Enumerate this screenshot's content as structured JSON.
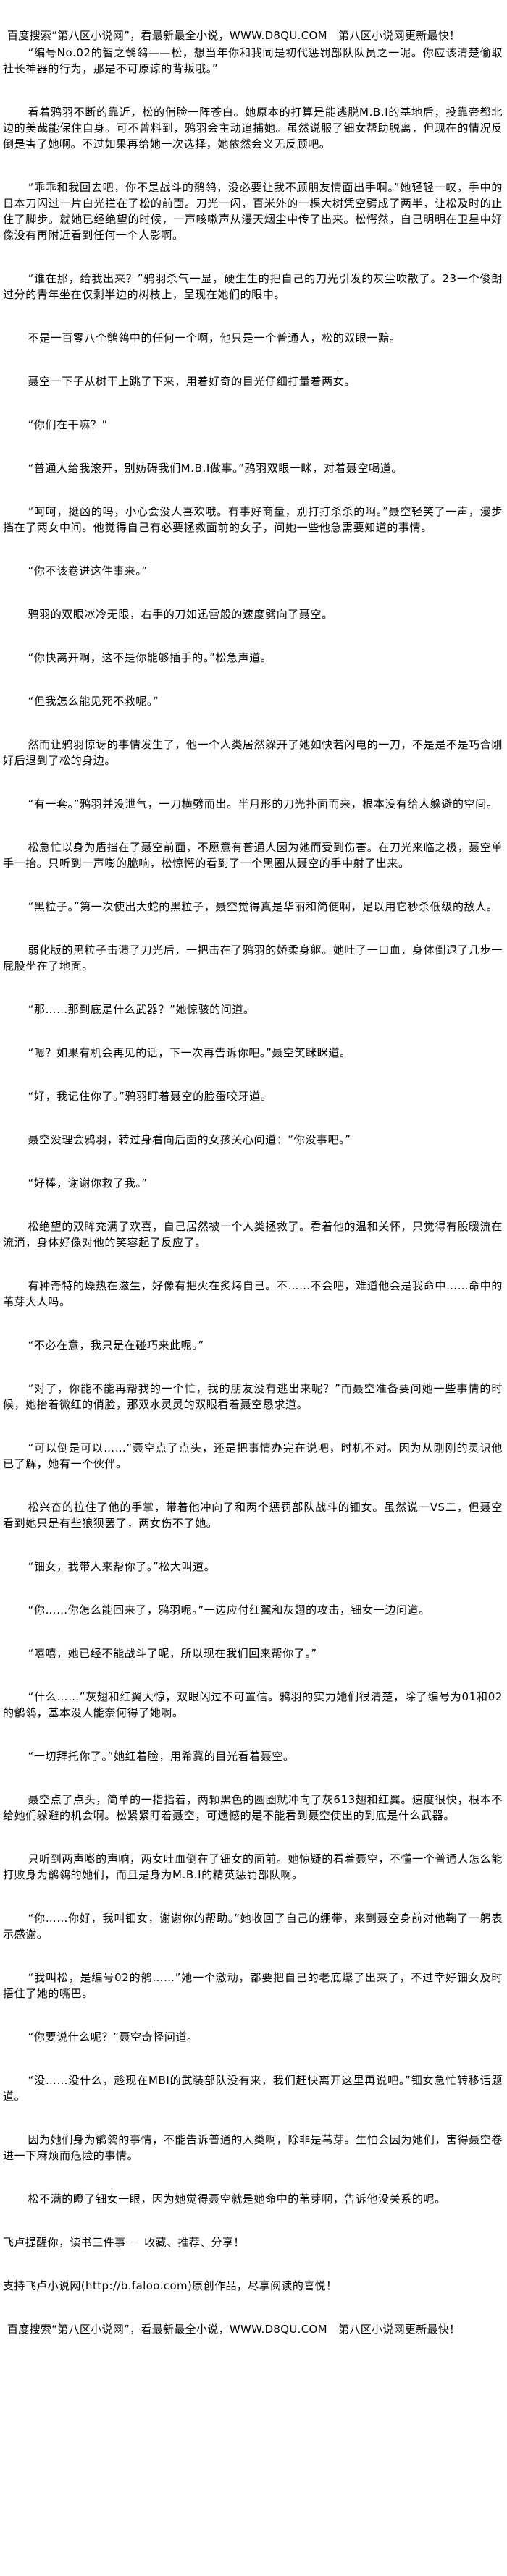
{
  "ad_banner": "百度搜索“第八区小说网”，看最新最全小说，WWW.D8QU.COM　第八区小说网更新最快！",
  "article": {
    "paragraphs": [
      "“编号No.02的智之鹡鸰——松，想当年你和我同是初代惩罚部队队员之一呢。你应该清楚偷取社长神器的行为，那是不可原谅的背叛哦。”",
      "看着鸦羽不断的靠近，松的俏脸一阵苍白。她原本的打算是能逃脱M.B.I的基地后，投靠帝都北边的美哉能保住自身。可不曾料到，鸦羽会主动追捕她。虽然说服了钿女帮助脱离，但现在的情况反倒是害了她啊。不过如果再给她一次选择，她依然会义无反顾吧。",
      "“乖乖和我回去吧，你不是战斗的鹡鸰，没必要让我不顾朋友情面出手啊。”她轻轻一叹，手中的日本刀闪过一片白光拦在了松的前面。刀光一闪，百米外的一棵大树凭空劈成了两半，让松及时的止住了脚步。就她已经绝望的时候，一声咳嗽声从漫天烟尘中传了出来。松愕然，自己明明在卫星中好像没有再附近看到任何一个人影啊。",
      "“谁在那，给我出来？”鸦羽杀气一显，硬生生的把自己的刀光引发的灰尘吹散了。23一个俊朗过分的青年坐在仅剩半边的树枝上，呈现在她们的眼中。",
      "不是一百零八个鹡鸰中的任何一个啊，他只是一个普通人，松的双眼一黯。",
      "聂空一下子从树干上跳了下来，用着好奇的目光仔细打量着两女。",
      "“你们在干嘛？”",
      "“普通人给我滚开，别妨碍我们M.B.I做事。”鸦羽双眼一眯，对着聂空喝道。",
      "“呵呵，挺凶的吗，小心会没人喜欢哦。有事好商量，别打打杀杀的啊。”聂空轻笑了一声，漫步挡在了两女中间。他觉得自己有必要拯救面前的女子，问她一些他急需要知道的事情。",
      "“你不该卷进这件事来。”",
      "鸦羽的双眼冰冷无限，右手的刀如迅雷般的速度劈向了聂空。",
      "“你快离开啊，这不是你能够插手的。”松急声道。",
      "“但我怎么能见死不救呢。”",
      "然而让鸦羽惊讶的事情发生了，他一个人类居然躲开了她如快若闪电的一刀，不是是不是巧合刚好后退到了松的身边。",
      "“有一套。”鸦羽并没泄气，一刀横劈而出。半月形的刀光扑面而来，根本没有给人躲避的空间。",
      "松急忙以身为盾挡在了聂空前面，不愿意有普通人因为她而受到伤害。在刀光来临之极，聂空单手一抬。只听到一声嘭的脆响，松惊愕的看到了一个黑圈从聂空的手中射了出来。",
      "“黑粒子。”第一次使出大蛇的黑粒子，聂空觉得真是华丽和简便啊，足以用它秒杀低级的敌人。",
      "弱化版的黑粒子击溃了刀光后，一把击在了鸦羽的娇柔身躯。她吐了一口血，身体倒退了几步一屁股坐在了地面。",
      "“那……那到底是什么武器？”她惊骇的问道。",
      "“嗯？如果有机会再见的话，下一次再告诉你吧。”聂空笑眯眯道。",
      "“好，我记住你了。”鸦羽盯着聂空的脸蛋咬牙道。",
      "聂空没理会鸦羽，转过身看向后面的女孩关心问道：“你没事吧。”",
      "“好棒，谢谢你救了我。”",
      "松绝望的双眸充满了欢喜，自己居然被一个人类拯救了。看着他的温和关怀，只觉得有股暖流在流淌，身体好像对他的笑容起了反应了。",
      "有种奇特的燥热在滋生，好像有把火在炙烤自己。不……不会吧，难道他会是我命中……命中的苇芽大人吗。",
      "“不必在意，我只是在碰巧来此呢。”",
      "“对了，你能不能再帮我的一个忙，我的朋友没有逃出来呢？”而聂空准备要问她一些事情的时候，她抬着微红的俏脸，那双水灵灵的双眼看着聂空恳求道。",
      "“可以倒是可以……”聂空点了点头，还是把事情办完在说吧，时机不对。因为从刚刚的灵识他已了解，她有一个伙伴。",
      "松兴奋的拉住了他的手掌，带着他冲向了和两个惩罚部队战斗的钿女。虽然说一VS二，但聂空看到她只是有些狼狈罢了，两女伤不了她。",
      "“钿女，我带人来帮你了。”松大叫道。",
      "“你……你怎么能回来了，鸦羽呢。”一边应付红翼和灰翅的攻击，钿女一边问道。",
      "“嘻嘻，她已经不能战斗了呢，所以现在我们回来帮你了。”",
      "“什么……”灰翅和红翼大惊，双眼闪过不可置信。鸦羽的实力她们很清楚，除了编号为01和02的鹡鸰，基本没人能奈何得了她啊。",
      "“一切拜托你了。”她红着脸，用希冀的目光看着聂空。",
      "聂空点了点头，简单的一指指着，两颗黑色的圆圈就冲向了灰613翅和红翼。速度很快，根本不给她们躲避的机会啊。松紧紧盯着聂空，可遗憾的是不能看到聂空使出的到底是什么武器。",
      "只听到两声嘭的声响，两女吐血倒在了钿女的面前。她惊疑的看着聂空，不懂一个普通人怎么能打败身为鹡鸰的她们，而且是身为M.B.I的精英惩罚部队啊。",
      "“你……你好，我叫钿女，谢谢你的帮助。”她收回了自己的绷带，来到聂空身前对他鞠了一躬表示感谢。",
      "“我叫松，是编号02的鹡……”她一个激动，都要把自己的老底爆了出来了，不过幸好钿女及时捂住了她的嘴巴。",
      "“你要说什么呢？”聂空奇怪问道。",
      "“没……没什么，趁现在MBI的武装部队没有来，我们赶快离开这里再说吧。”钿女急忙转移话题道。",
      "因为她们身为鹡鸰的事情，不能告诉普通的人类啊，除非是苇芽。生怕会因为她们，害得聂空卷进一下麻烦而危险的事情。",
      "松不满的瞪了钿女一眼，因为她觉得聂空就是她命中的苇芽啊，告诉他没关系的呢。"
    ]
  },
  "footer": {
    "reminder": "飞卢提醒你，读书三件事 － 收藏、推荐、分享！",
    "support": "支持飞卢小说网(http://b.faloo.com)原创作品，尽享阅读的喜悦！"
  }
}
